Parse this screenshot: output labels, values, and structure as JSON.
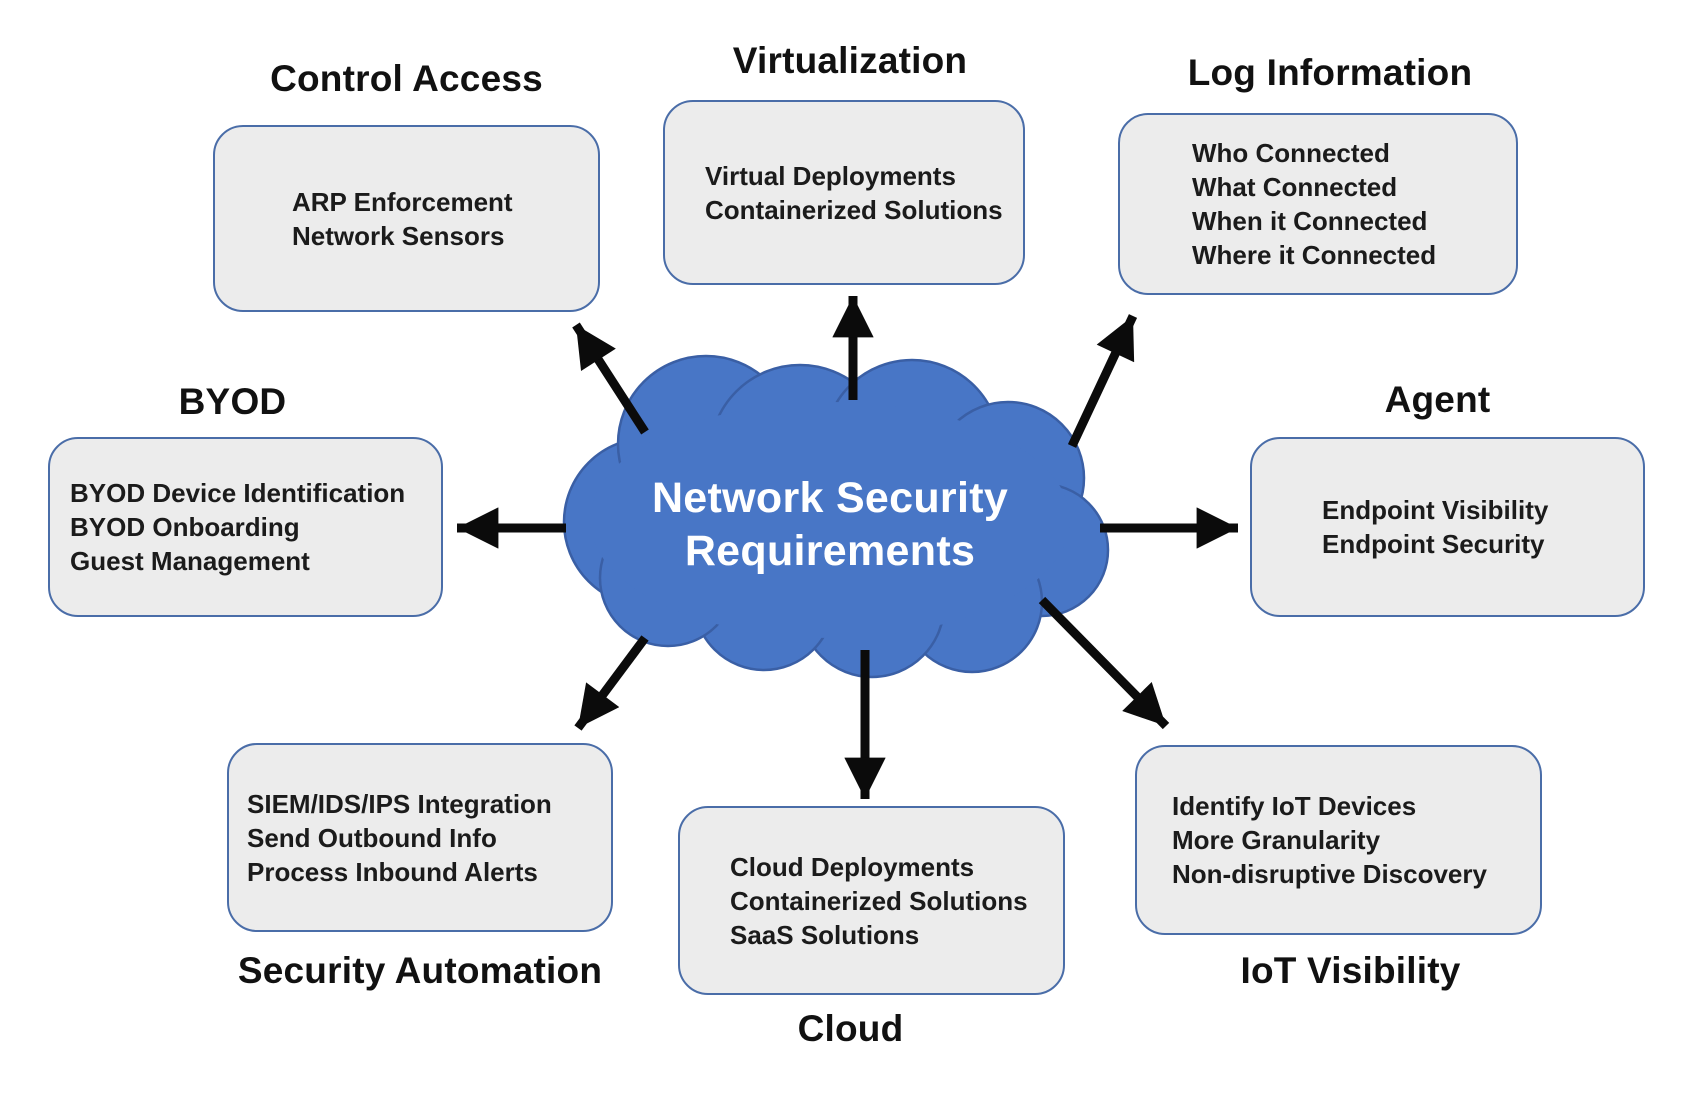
{
  "center": {
    "label": "Network Security Requirements",
    "line1": "Network Security",
    "line2": "Requirements"
  },
  "nodes": [
    {
      "id": "control-access",
      "title": "Control Access",
      "title_position": "above",
      "items": [
        "ARP Enforcement",
        "Network Sensors"
      ]
    },
    {
      "id": "virtualization",
      "title": "Virtualization",
      "title_position": "above",
      "items": [
        "Virtual Deployments",
        "Containerized Solutions"
      ]
    },
    {
      "id": "log-information",
      "title": "Log Information",
      "title_position": "above",
      "items": [
        "Who Connected",
        "What Connected",
        "When it Connected",
        "Where it Connected"
      ]
    },
    {
      "id": "byod",
      "title": "BYOD",
      "title_position": "above",
      "items": [
        "BYOD Device Identification",
        "BYOD Onboarding",
        "Guest Management"
      ]
    },
    {
      "id": "agent",
      "title": "Agent",
      "title_position": "above",
      "items": [
        "Endpoint Visibility",
        "Endpoint Security"
      ]
    },
    {
      "id": "security-automation",
      "title": "Security Automation",
      "title_position": "below",
      "items": [
        "SIEM/IDS/IPS Integration",
        "Send Outbound Info",
        "Process Inbound Alerts"
      ]
    },
    {
      "id": "cloud",
      "title": "Cloud",
      "title_position": "below",
      "items": [
        "Cloud Deployments",
        "Containerized Solutions",
        "SaaS Solutions"
      ]
    },
    {
      "id": "iot-visibility",
      "title": "IoT Visibility",
      "title_position": "below",
      "items": [
        "Identify IoT Devices",
        "More Granularity",
        "Non-disruptive Discovery"
      ]
    }
  ],
  "colors": {
    "background": "#FFFFFF",
    "cloud_fill": "#4876C6",
    "cloud_stroke": "#3A5FA5",
    "box_fill": "#ECECEC",
    "box_stroke": "#4A6DA8",
    "arrow": "#0B0B0B",
    "title_text": "#111111",
    "box_text": "#1B1B1B",
    "cloud_text": "#FFFFFF"
  }
}
